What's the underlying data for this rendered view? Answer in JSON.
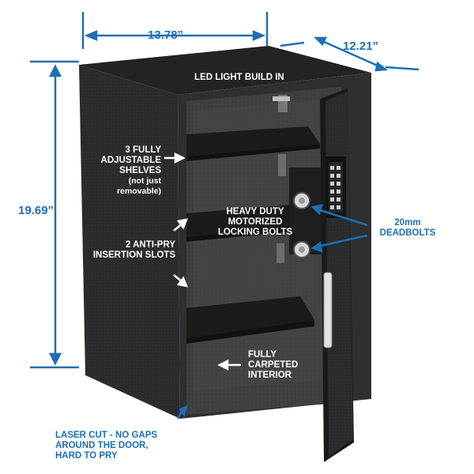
{
  "dimensions": {
    "width": "13.78”",
    "depth": "12.21”",
    "height": "19.69”"
  },
  "callouts": {
    "led": "LED LIGHT BUILD IN",
    "shelves": [
      "3 FULLY",
      "ADJUSTABLE",
      "SHELVES",
      "(not just",
      "removable)"
    ],
    "locking_bolts": [
      "HEAVY DUTY",
      "MOTORIZED",
      "LOCKING BOLTS"
    ],
    "deadbolts": [
      "20mm",
      "DEADBOLTS"
    ],
    "anti_pry": [
      "2 ANTI-PRY",
      "INSERTION SLOTS"
    ],
    "carpeted": [
      "FULLY",
      "CARPETED",
      "INTERIOR"
    ],
    "laser_cut": [
      "LASER CUT - NO GAPS",
      "AROUND THE DOOR,",
      "HARD TO PRY"
    ]
  },
  "colors": {
    "accent": "#1e6fb5",
    "safe_body": "#2a2a2c",
    "interior_carpet": "#3a3a3c"
  }
}
